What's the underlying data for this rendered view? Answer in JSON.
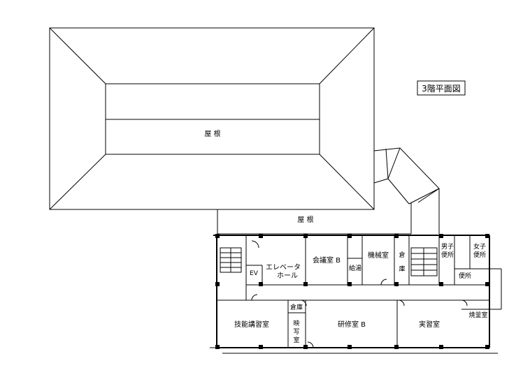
{
  "floor_title": "3階平面図",
  "roof_upper": "屋 根",
  "roof_lower": "屋 根",
  "rooms": {
    "ev": "EV",
    "elevator_hall_1": "エレベータ",
    "elevator_hall_2": "ホール",
    "meeting_b": "会議室 B",
    "kyuto": "給湯",
    "machine": "機械室",
    "storage_1a": "倉",
    "storage_1b": "庫",
    "mens_1": "男子",
    "mens_2": "便所",
    "womens_1": "女子",
    "womens_2": "便所",
    "toilet_1": "便所",
    "storage_2": "倉庫",
    "skills_1": "技能講習室",
    "copy_1": "映",
    "copy_2": "写",
    "copy_3": "室",
    "training_b": "研修室 B",
    "practice": "実習室",
    "boiler": "焼釜室"
  }
}
